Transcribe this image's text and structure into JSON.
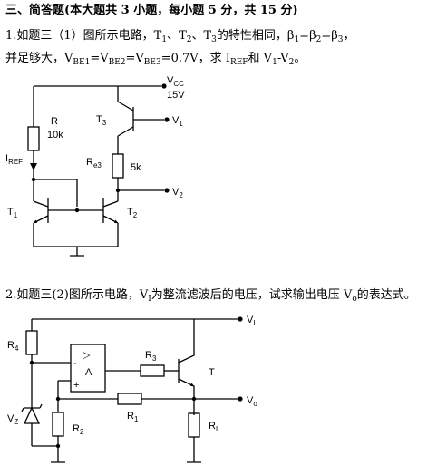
{
  "section": {
    "heading": "三、简答题(本大题共 3 小题，每小题 5 分，共 15 分)"
  },
  "q1": {
    "line1": {
      "a": "1.如题三（1）图所示电路，T",
      "s1": "1",
      "b": "、T",
      "s2": "2",
      "c": "、T",
      "s3": "3",
      "d": "的特性相同，β",
      "s4": "1",
      "e": "=β",
      "s5": "2",
      "f": "=β",
      "s6": "3",
      "g": "，"
    },
    "line2": {
      "a": "并足够大，V",
      "s1": "BE1",
      "b": "=V",
      "s2": "BE2",
      "c": "=V",
      "s3": "BE3",
      "d": "=0.7V，求 I",
      "s4": "REF",
      "e": "和 V",
      "s5": "1",
      "f": "-V",
      "s6": "2",
      "g": "。"
    },
    "figure": {
      "vcc": "V",
      "vcc_sub": "CC",
      "vcc_value": "15V",
      "r_label": "R",
      "r_value": "10k",
      "t3": "T",
      "t3_sub": "3",
      "v1": "V",
      "v1_sub": "1",
      "iref": "I",
      "iref_sub": "REF",
      "re3": "R",
      "re3_sub": "e3",
      "r5k": "5k",
      "v2": "V",
      "v2_sub": "2",
      "t1": "T",
      "t1_sub": "1",
      "t2": "T",
      "t2_sub": "2"
    }
  },
  "q2": {
    "line": {
      "a": "2.如题三(2)图所示电路，V",
      "s1": "I",
      "b": "为整流滤波后的电压，试求输出电压 V",
      "s2": "o",
      "c": "的表达式。"
    },
    "figure": {
      "vi": "V",
      "vi_sub": "I",
      "r4": "R",
      "r4_sub": "4",
      "r3": "R",
      "r3_sub": "3",
      "t": "T",
      "a": "A",
      "tri": "▷",
      "minus": "-",
      "plus": "+",
      "r1": "R",
      "r1_sub": "1",
      "vo": "V",
      "vo_sub": "o",
      "vz": "V",
      "vz_sub": "Z",
      "r2": "R",
      "r2_sub": "2",
      "rl": "R",
      "rl_sub": "L"
    }
  }
}
